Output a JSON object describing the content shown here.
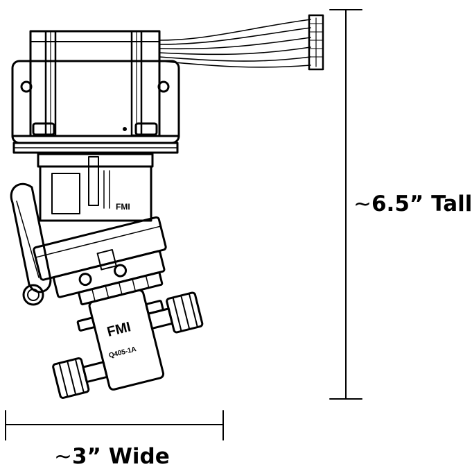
{
  "dimensions": {
    "height_tilde": "~",
    "height_value": "6.5” Tall",
    "width_tilde": "~",
    "width_value": "3” Wide"
  },
  "part_markings": {
    "brand": "FMI",
    "model": "Q405-1A"
  },
  "colors": {
    "line": "#000000",
    "background": "#ffffff"
  }
}
